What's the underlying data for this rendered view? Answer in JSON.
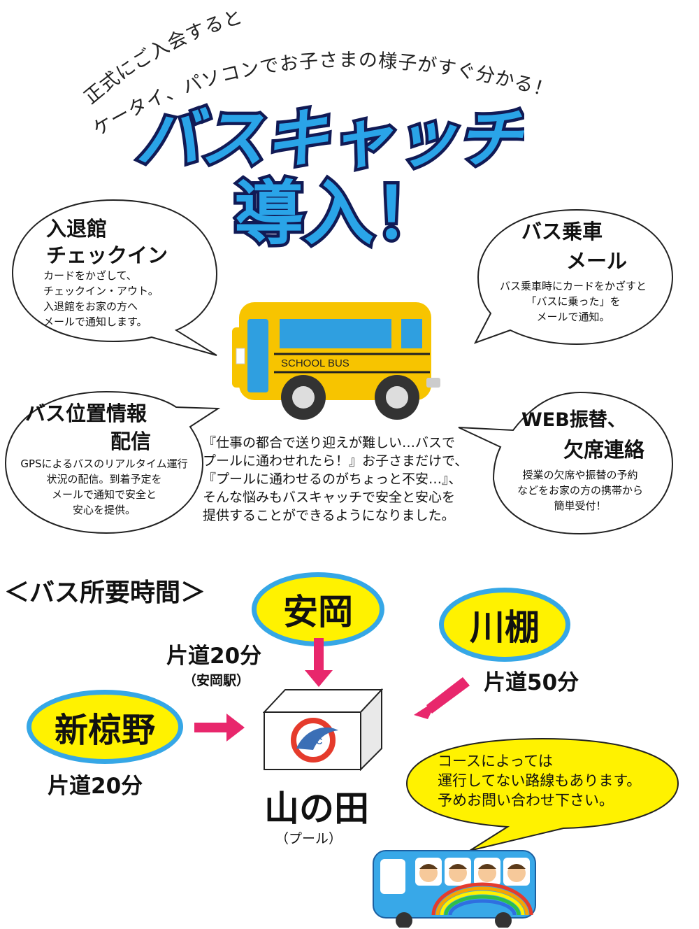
{
  "header": {
    "tagline_line1": "正式にご入会すると",
    "tagline_line2": "ケータイ、パソコンでお子さまの様子がすぐ分かる！",
    "title_line1": "バスキャッチ",
    "title_line2": "導入！"
  },
  "bubbles": {
    "checkin": {
      "title_line1": "入退館",
      "title_line2": "チェックイン",
      "body": [
        "カードをかざして、",
        "チェックイン・アウト。",
        "入退館をお家の方へ",
        "メールで通知します。"
      ]
    },
    "boarding": {
      "title_line1": "バス乗車",
      "title_line2": "メール",
      "body": [
        "バス乗車時にカードをかざすと",
        "「バスに乗った」を",
        "メールで通知。"
      ]
    },
    "location": {
      "title_line1": "バス位置情報",
      "title_line2": "配信",
      "body": [
        "GPSによるバスのリアルタイム運行",
        "状況の配信。到着予定を",
        "メールで通知で安全と",
        "安心を提供。"
      ]
    },
    "web": {
      "title_line1": "WEB振替、",
      "title_line2": "欠席連絡",
      "body": [
        "授業の欠席や振替の予約",
        "などをお家の方の携帯から",
        "簡単受付！"
      ]
    }
  },
  "bus_illustration": {
    "label": "SCHOOL BUS"
  },
  "center_text": [
    "『仕事の都合で送り迎えが難しい…バスで",
    "プールに通わせれたら！』お子さまだけで、",
    "『プールに通わせるのがちょっと不安…』、",
    "そんな悩みもバスキャッチで安全と安心を",
    "提供することができるようになりました。"
  ],
  "route_section": {
    "heading": "＜バス所要時間＞",
    "yasuoka": {
      "name": "安岡",
      "time": "片道20分",
      "sub": "（安岡駅）"
    },
    "kawatana": {
      "name": "川棚",
      "time": "片道50分"
    },
    "shinmukuno": {
      "name": "新椋野",
      "time": "片道20分"
    },
    "destination": {
      "name": "山の田",
      "sub": "（プール）",
      "logo_text": "SSC"
    }
  },
  "note": {
    "lines": [
      "コースによっては",
      "運行してない路線もあります。",
      "予めお問い合わせ下さい。"
    ]
  },
  "colors": {
    "title_fill": "#2aa4e8",
    "title_outline": "#111a55",
    "bus_yellow": "#f7c400",
    "bus_window": "#2f9fe0",
    "oval_fill": "#fff200",
    "oval_border": "#36a7e6",
    "arrow": "#e8276c",
    "note_fill": "#fff200"
  }
}
